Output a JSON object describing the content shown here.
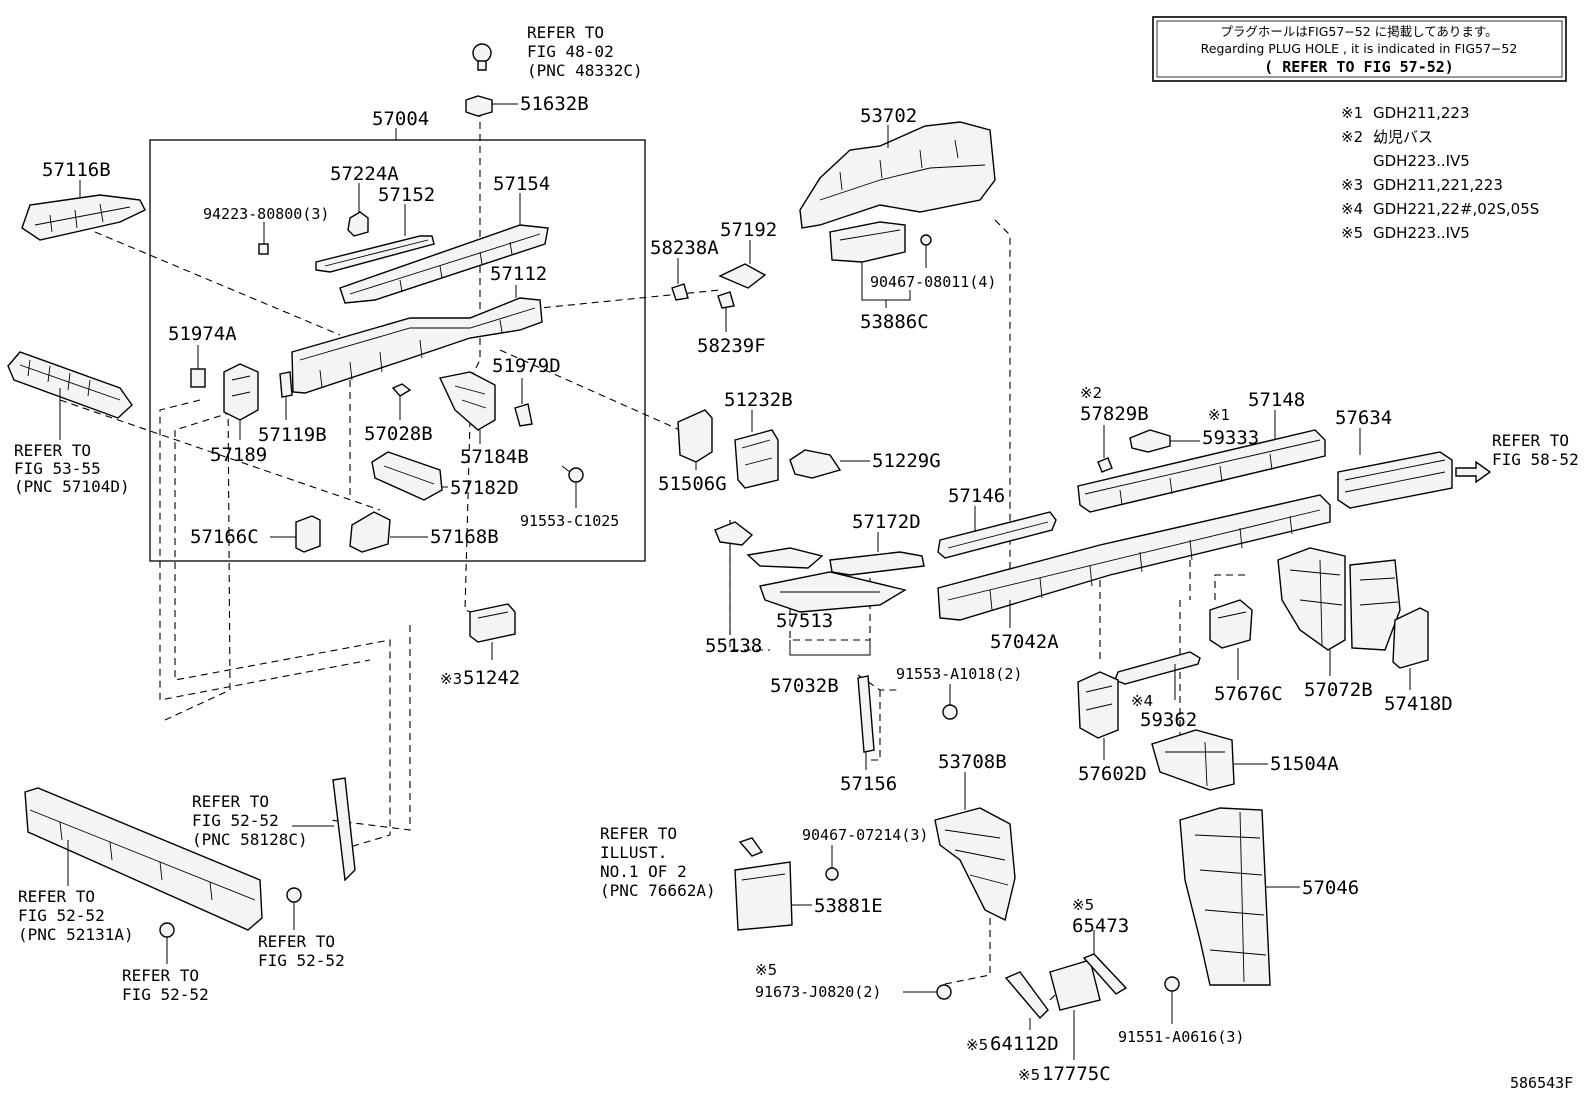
{
  "note_box": {
    "line1": "プラグホールはFIG57−52 に掲載してあります。",
    "line2": "Regarding PLUG HOLE , it is indicated in FIG57−52",
    "line3": "( REFER TO FIG 57-52)"
  },
  "conditions": [
    {
      "mark": "※1",
      "text": "GDH211,223"
    },
    {
      "mark": "※2",
      "text": "幼児バス"
    },
    {
      "mark": "",
      "text": "GDH223..IV5"
    },
    {
      "mark": "※3",
      "text": "GDH211,221,223"
    },
    {
      "mark": "※4",
      "text": "GDH221,22#,02S,05S"
    },
    {
      "mark": "※5",
      "text": "GDH223..IV5"
    }
  ],
  "parts": {
    "p57004": "57004",
    "p57116B": "57116B",
    "p57224A": "57224A",
    "p57152": "57152",
    "p57154": "57154",
    "p94223": "94223-80800(3)",
    "p57112": "57112",
    "p51632B": "51632B",
    "p51974A": "51974A",
    "p51979D": "51979D",
    "p57189": "57189",
    "p57119B": "57119B",
    "p57028B": "57028B",
    "p57184B": "57184B",
    "p57182D": "57182D",
    "p91553C": "91553-C1025",
    "p57166C": "57166C",
    "p57168B": "57168B",
    "p51242_mark": "※3",
    "p51242": "51242",
    "p57192": "57192",
    "p58238A": "58238A",
    "p58239F": "58239F",
    "p53702": "53702",
    "p90467_08011": "90467-08011(4)",
    "p53886C": "53886C",
    "p51232B": "51232B",
    "p51229G": "51229G",
    "p51506G": "51506G",
    "p57172D": "57172D",
    "p57146": "57146",
    "p55138": "55138",
    "p57513": "57513",
    "p57032B": "57032B",
    "p91553A": "91553-A1018(2)",
    "p57156": "57156",
    "p57042A": "57042A",
    "p57829B_mark": "※2",
    "p57829B": "57829B",
    "p59333_mark": "※1",
    "p59333": "59333",
    "p57148": "57148",
    "p57634": "57634",
    "p59362_mark": "※4",
    "p59362": "59362",
    "p57676C": "57676C",
    "p57072B": "57072B",
    "p57418D": "57418D",
    "p57602D": "57602D",
    "p51504A": "51504A",
    "p53708B": "53708B",
    "p90467_07214": "90467-07214(3)",
    "p53881E": "53881E",
    "p57046": "57046",
    "p65473_mark": "※5",
    "p65473": "65473",
    "p91673_mark": "※5",
    "p91673": "91673-J0820(2)",
    "p91551": "91551-A0616(3)",
    "p64112D_mark": "※5",
    "p64112D": "64112D",
    "p17775C_mark": "※5",
    "p17775C": "17775C"
  },
  "refs": {
    "fig48": [
      "REFER TO",
      "FIG 48-02",
      "(PNC 48332C)"
    ],
    "fig53": [
      "REFER TO",
      "FIG 53-55",
      "(PNC 57104D)"
    ],
    "fig58": [
      "REFER TO",
      "FIG 58-52"
    ],
    "fig52a": [
      "REFER TO",
      "FIG 52-52",
      "(PNC 58128C)"
    ],
    "fig52b": [
      "REFER TO",
      "FIG 52-52",
      "(PNC 52131A)"
    ],
    "fig52c": [
      "REFER TO",
      "FIG 52-52"
    ],
    "fig52d": [
      "REFER TO",
      "FIG 52-52"
    ],
    "illust": [
      "REFER TO",
      "ILLUST.",
      "NO.1 OF 2",
      "(PNC 76662A)"
    ]
  },
  "figure_id": "586543F"
}
